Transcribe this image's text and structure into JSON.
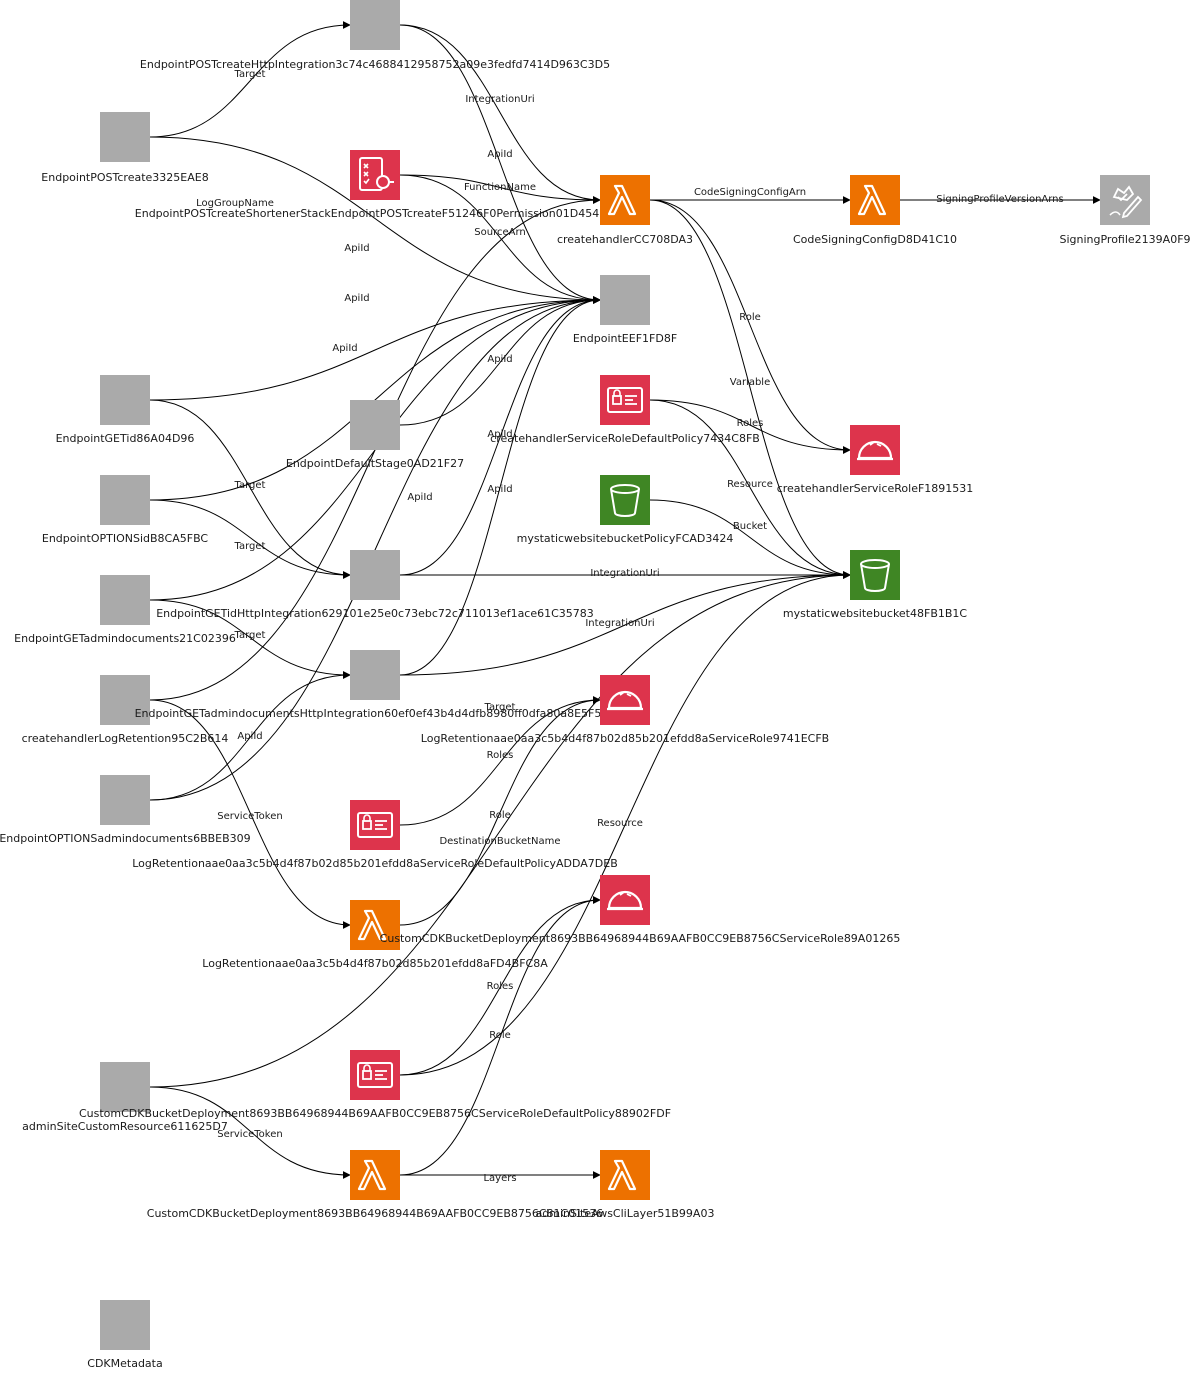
{
  "colors": {
    "lambda": "#ed7100",
    "security": "#dd344c",
    "storage": "#3f8624",
    "generic": "#aaaaaa",
    "edge": "#000000"
  },
  "nodes": [
    {
      "id": "n1",
      "kind": "generic",
      "icon": "generic-resource-icon",
      "label": "EndpointPOSTcreateHttpIntegration3c74c4688412958752a09e3fedfd7414D963C3D5"
    },
    {
      "id": "n2",
      "kind": "generic",
      "icon": "generic-resource-icon",
      "label": "EndpointPOSTcreate3325EAE8"
    },
    {
      "id": "n3",
      "kind": "security",
      "icon": "permission-icon",
      "label": "EndpointPOSTcreateShortenerStackEndpointPOSTcreateF51246F0Permission01D454"
    },
    {
      "id": "n4",
      "kind": "lambda",
      "icon": "lambda-icon",
      "label": "createhandlerCC708DA3"
    },
    {
      "id": "n5",
      "kind": "lambda",
      "icon": "lambda-icon",
      "label": "CodeSigningConfigD8D41C10"
    },
    {
      "id": "n6",
      "kind": "generic",
      "icon": "signing-profile-icon",
      "label": "SigningProfile2139A0F9"
    },
    {
      "id": "n7",
      "kind": "generic",
      "icon": "generic-resource-icon",
      "label": "EndpointEEF1FD8F"
    },
    {
      "id": "n8",
      "kind": "generic",
      "icon": "generic-resource-icon",
      "label": "EndpointGETid86A04D96"
    },
    {
      "id": "n9",
      "kind": "generic",
      "icon": "generic-resource-icon",
      "label": "EndpointDefaultStage0AD21F27"
    },
    {
      "id": "n10",
      "kind": "security",
      "icon": "policy-icon",
      "label": "createhandlerServiceRoleDefaultPolicy7434C8FB"
    },
    {
      "id": "n11",
      "kind": "security",
      "icon": "iam-role-icon",
      "label": "createhandlerServiceRoleF1891531"
    },
    {
      "id": "n12",
      "kind": "generic",
      "icon": "generic-resource-icon",
      "label": "EndpointOPTIONSidB8CA5FBC"
    },
    {
      "id": "n13",
      "kind": "storage",
      "icon": "bucket-icon",
      "label": "mystaticwebsitebucketPolicyFCAD3424"
    },
    {
      "id": "n14",
      "kind": "generic",
      "icon": "generic-resource-icon",
      "label": "EndpointGETadmindocuments21C02396"
    },
    {
      "id": "n15",
      "kind": "generic",
      "icon": "generic-resource-icon",
      "label": "EndpointGETidHttpIntegration629101e25e0c73ebc72c711013ef1ace61C35783"
    },
    {
      "id": "n16",
      "kind": "storage",
      "icon": "bucket-icon",
      "label": "mystaticwebsitebucket48FB1B1C"
    },
    {
      "id": "n17",
      "kind": "generic",
      "icon": "generic-resource-icon",
      "label": "createhandlerLogRetention95C2B614"
    },
    {
      "id": "n18",
      "kind": "generic",
      "icon": "generic-resource-icon",
      "label": "EndpointGETadmindocumentsHttpIntegration60ef0ef43b4d4dfb8980ff0dfa80a8E5F525"
    },
    {
      "id": "n19",
      "kind": "security",
      "icon": "iam-role-icon",
      "label": "LogRetentionaae0aa3c5b4d4f87b02d85b201efdd8aServiceRole9741ECFB"
    },
    {
      "id": "n20",
      "kind": "generic",
      "icon": "generic-resource-icon",
      "label": "EndpointOPTIONSadmindocuments6BBEB309"
    },
    {
      "id": "n21",
      "kind": "security",
      "icon": "policy-icon",
      "label": "LogRetentionaae0aa3c5b4d4f87b02d85b201efdd8aServiceRoleDefaultPolicyADDA7DEB"
    },
    {
      "id": "n22",
      "kind": "lambda",
      "icon": "lambda-icon",
      "label": "LogRetentionaae0aa3c5b4d4f87b02d85b201efdd8aFD4BFC8A"
    },
    {
      "id": "n23",
      "kind": "security",
      "icon": "iam-role-icon",
      "label": "CustomCDKBucketDeployment8693BB64968944B69AAFB0CC9EB8756CServiceRole89A01265"
    },
    {
      "id": "n24",
      "kind": "generic",
      "icon": "generic-resource-icon",
      "label": "adminSiteCustomResource611625D7"
    },
    {
      "id": "n25",
      "kind": "security",
      "icon": "policy-icon",
      "label": "CustomCDKBucketDeployment8693BB64968944B69AAFB0CC9EB8756CServiceRoleDefaultPolicy88902FDF"
    },
    {
      "id": "n26",
      "kind": "lambda",
      "icon": "lambda-icon",
      "label": "CustomCDKBucketDeployment8693BB64968944B69AAFB0CC9EB8756C81C01536"
    },
    {
      "id": "n27",
      "kind": "lambda",
      "icon": "lambda-icon",
      "label": "adminSiteAwsCliLayer51B99A03"
    },
    {
      "id": "n28",
      "kind": "generic",
      "icon": "generic-resource-icon",
      "label": "CDKMetadata"
    }
  ],
  "edges": [
    {
      "from": "n2",
      "to": "n1",
      "label": "Target"
    },
    {
      "from": "n1",
      "to": "n4",
      "label": "IntegrationUri"
    },
    {
      "from": "n1",
      "to": "n7",
      "label": "ApiId"
    },
    {
      "from": "n3",
      "to": "n4",
      "label": "FunctionName"
    },
    {
      "from": "n3",
      "to": "n7",
      "label": "SourceArn"
    },
    {
      "from": "n2",
      "to": "n7",
      "label": "ApiId"
    },
    {
      "from": "n4",
      "to": "n5",
      "label": "CodeSigningConfigArn"
    },
    {
      "from": "n5",
      "to": "n6",
      "label": "SigningProfileVersionArns"
    },
    {
      "from": "n4",
      "to": "n11",
      "label": "Role"
    },
    {
      "from": "n4",
      "to": "n16",
      "label": "Variable"
    },
    {
      "from": "n8",
      "to": "n7",
      "label": "ApiId"
    },
    {
      "from": "n8",
      "to": "n15",
      "label": "Target"
    },
    {
      "from": "n12",
      "to": "n7",
      "label": "ApiId"
    },
    {
      "from": "n12",
      "to": "n15",
      "label": "Target"
    },
    {
      "from": "n9",
      "to": "n7",
      "label": "ApiId"
    },
    {
      "from": "n10",
      "to": "n11",
      "label": "Roles"
    },
    {
      "from": "n10",
      "to": "n16",
      "label": "Resource"
    },
    {
      "from": "n13",
      "to": "n16",
      "label": "Bucket"
    },
    {
      "from": "n14",
      "to": "n7",
      "label": "ApiId"
    },
    {
      "from": "n14",
      "to": "n18",
      "label": "Target"
    },
    {
      "from": "n15",
      "to": "n7",
      "label": "ApiId"
    },
    {
      "from": "n15",
      "to": "n16",
      "label": "IntegrationUri"
    },
    {
      "from": "n18",
      "to": "n7",
      "label": "ApiId"
    },
    {
      "from": "n18",
      "to": "n16",
      "label": "IntegrationUri"
    },
    {
      "from": "n17",
      "to": "n4",
      "label": "LogGroupName"
    },
    {
      "from": "n17",
      "to": "n22",
      "label": "ServiceToken"
    },
    {
      "from": "n20",
      "to": "n7",
      "label": "ApiId"
    },
    {
      "from": "n20",
      "to": "n18",
      "label": "Target"
    },
    {
      "from": "n21",
      "to": "n19",
      "label": "Roles"
    },
    {
      "from": "n22",
      "to": "n19",
      "label": "Role"
    },
    {
      "from": "n24",
      "to": "n16",
      "label": "DestinationBucketName"
    },
    {
      "from": "n24",
      "to": "n26",
      "label": "ServiceToken"
    },
    {
      "from": "n25",
      "to": "n23",
      "label": "Roles"
    },
    {
      "from": "n25",
      "to": "n16",
      "label": "Resource"
    },
    {
      "from": "n26",
      "to": "n23",
      "label": "Role"
    },
    {
      "from": "n26",
      "to": "n27",
      "label": "Layers"
    }
  ]
}
